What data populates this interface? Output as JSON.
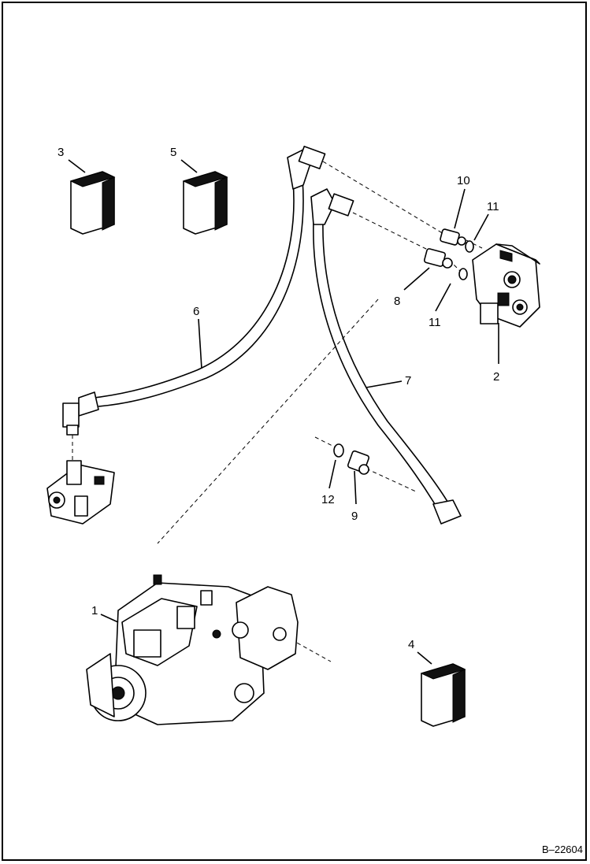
{
  "figure_number": "B–22604",
  "callouts": [
    {
      "id": "c1",
      "label": "1"
    },
    {
      "id": "c2",
      "label": "2"
    },
    {
      "id": "c3",
      "label": "3"
    },
    {
      "id": "c4",
      "label": "4"
    },
    {
      "id": "c5",
      "label": "5"
    },
    {
      "id": "c6",
      "label": "6"
    },
    {
      "id": "c7",
      "label": "7"
    },
    {
      "id": "c8",
      "label": "8"
    },
    {
      "id": "c9",
      "label": "9"
    },
    {
      "id": "c10",
      "label": "10"
    },
    {
      "id": "c11a",
      "label": "11"
    },
    {
      "id": "c11b",
      "label": "11"
    },
    {
      "id": "c12",
      "label": "12"
    }
  ]
}
